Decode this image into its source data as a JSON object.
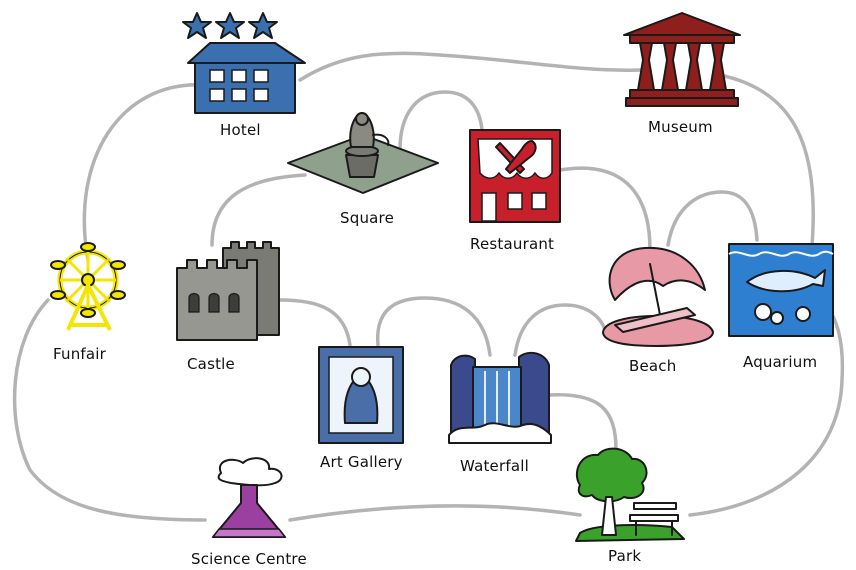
{
  "landmarks": {
    "hotel": {
      "label": "Hotel",
      "stars": 3
    },
    "museum": {
      "label": "Museum"
    },
    "square": {
      "label": "Square"
    },
    "restaurant": {
      "label": "Restaurant"
    },
    "funfair": {
      "label": "Funfair"
    },
    "castle": {
      "label": "Castle"
    },
    "beach": {
      "label": "Beach"
    },
    "aquarium": {
      "label": "Aquarium"
    },
    "art_gallery": {
      "label": "Art Gallery"
    },
    "waterfall": {
      "label": "Waterfall"
    },
    "science_centre": {
      "label": "Science Centre"
    },
    "park": {
      "label": "Park"
    }
  },
  "colors": {
    "road": "#b3b3b3",
    "hotel_blue": "#3a6fb0",
    "museum_red": "#8e1f1c",
    "restaurant_red": "#c8202a",
    "funfair_yellow": "#f3e600",
    "castle_grey": "#8c8c88",
    "umbrella_pink": "#e79aa6",
    "aquarium_blue": "#2f7fd0",
    "waterfall_blue": "#4a86c8",
    "flask_purple": "#9b3fa0",
    "park_green": "#3aa12a"
  }
}
